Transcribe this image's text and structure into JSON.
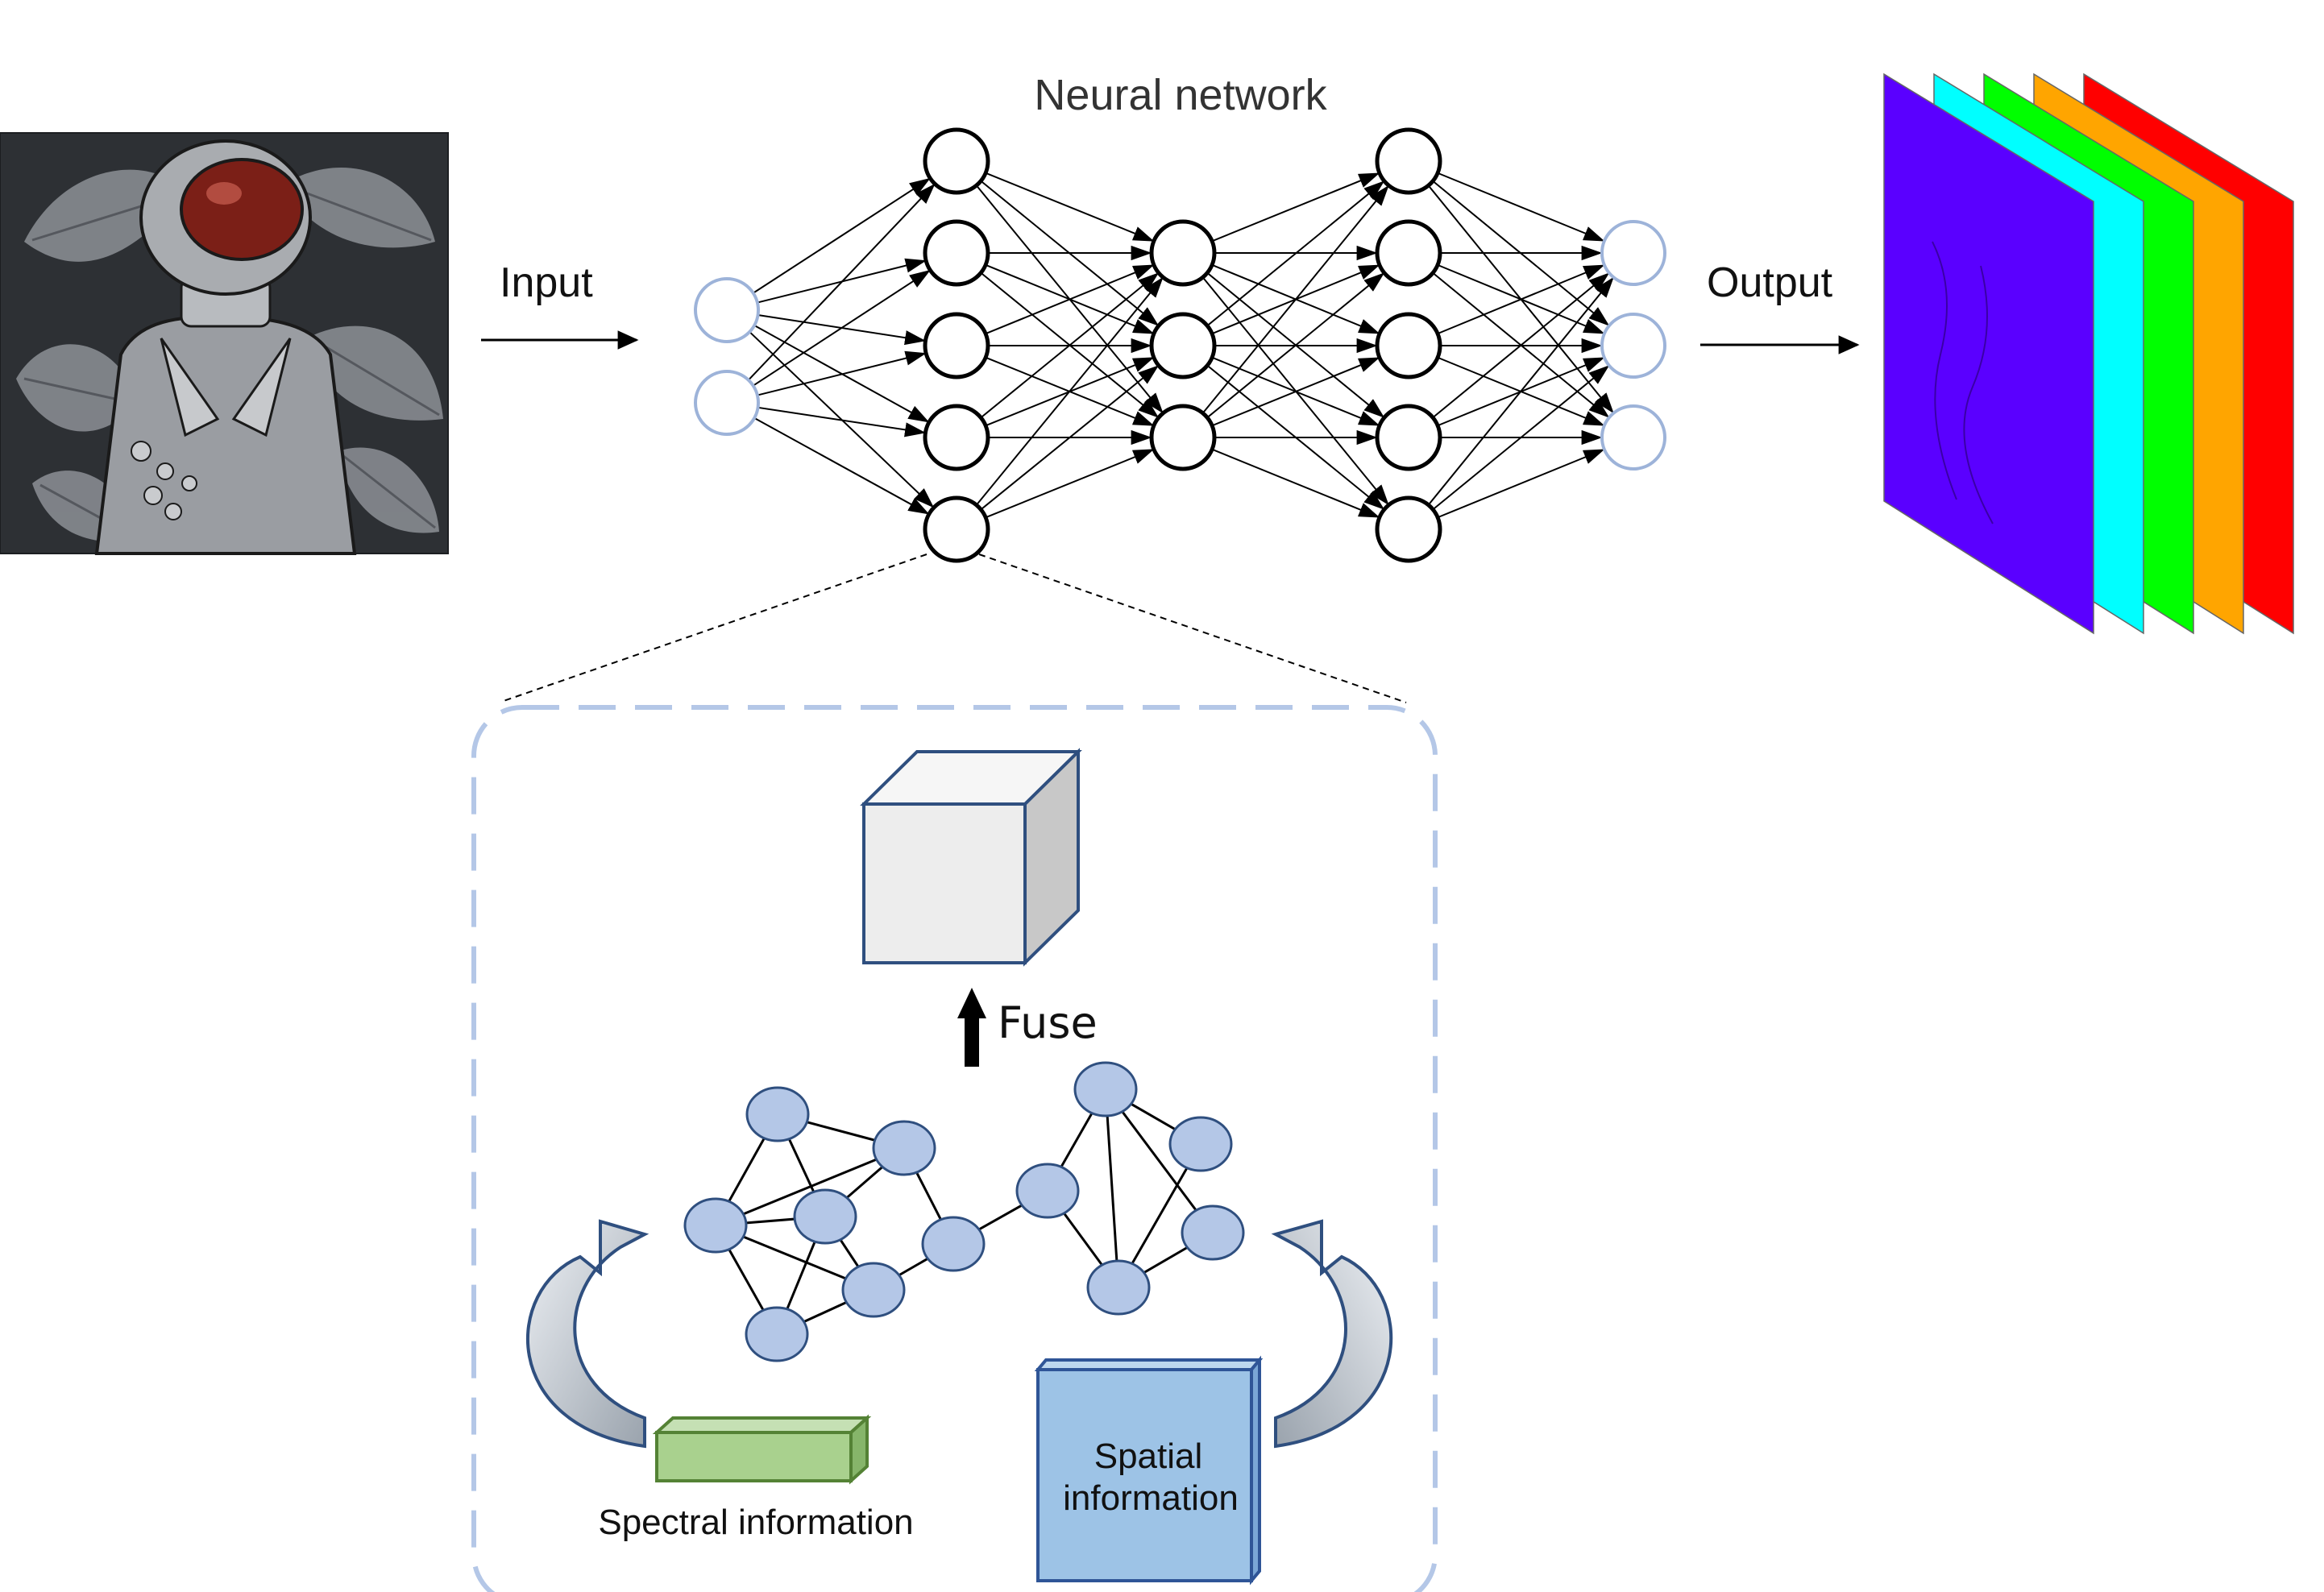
{
  "labels": {
    "title": "Neural network",
    "input": "Input",
    "output": "Output",
    "fuse": "Fuse",
    "spectral": "Spectral information",
    "spatial_line1": "Spatial",
    "spatial_line2": "information"
  },
  "network": {
    "layers": [
      {
        "nodes": 2,
        "style": "io"
      },
      {
        "nodes": 5,
        "style": "hidden"
      },
      {
        "nodes": 3,
        "style": "hidden"
      },
      {
        "nodes": 5,
        "style": "hidden"
      },
      {
        "nodes": 3,
        "style": "io"
      }
    ]
  },
  "output_bands": [
    {
      "name": "red-band",
      "color": "#ff0000"
    },
    {
      "name": "orange-band",
      "color": "#ffa500"
    },
    {
      "name": "green-band",
      "color": "#00ff00"
    },
    {
      "name": "cyan-band",
      "color": "#00ffff"
    },
    {
      "name": "purple-band",
      "color": "#5a00ff"
    }
  ],
  "colors": {
    "io_node_stroke": "#9db3d9",
    "graph_node_fill": "#b4c7e7",
    "graph_node_stroke": "#2f4f7f",
    "dashed_box": "#b4c7e7",
    "spectral_fill": "#a9d18e",
    "spectral_stroke": "#548235",
    "spatial_fill": "#9dc3e6",
    "spatial_stroke": "#2f5597",
    "cube_front": "#ededed",
    "cube_side": "#c8c8c8",
    "cube_stroke": "#2f4f7f"
  }
}
